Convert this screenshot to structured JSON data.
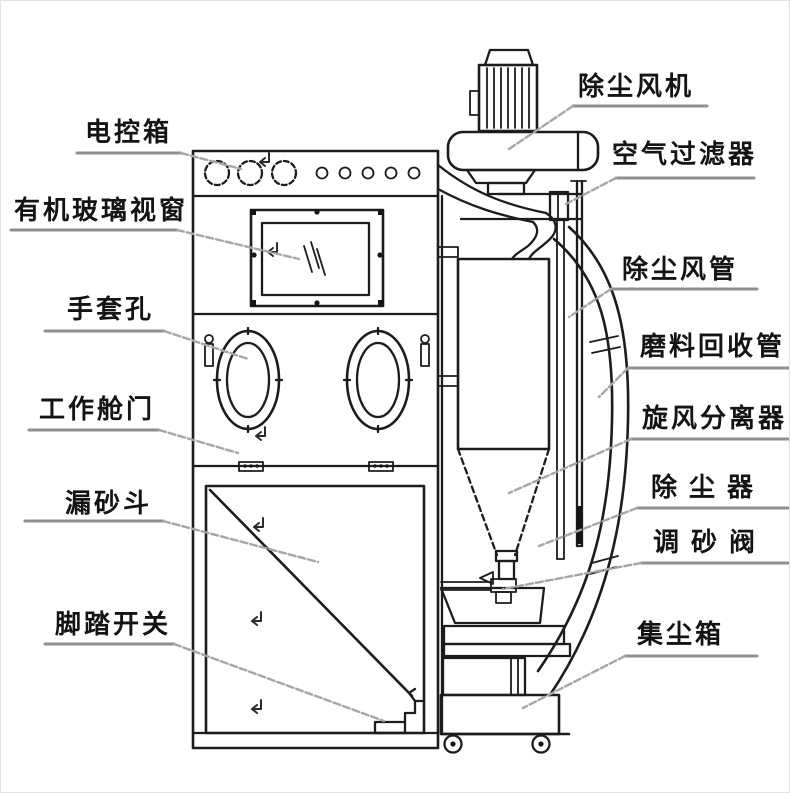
{
  "colors": {
    "background": "#ffffff",
    "line": "#1c1c1c",
    "leader": "#a6a6a6",
    "underline": "#8f8f8f",
    "label_text": "#141414"
  },
  "symbols": {
    "return_arrow": "↵"
  },
  "labels": {
    "left": [
      {
        "id": "electric-control-box",
        "text": "电控箱"
      },
      {
        "id": "acrylic-viewing-window",
        "text": "有机玻璃视窗"
      },
      {
        "id": "glove-holes",
        "text": "手套孔"
      },
      {
        "id": "work-chamber-door",
        "text": "工作舱门"
      },
      {
        "id": "sand-leak-hopper",
        "text": "漏砂斗"
      },
      {
        "id": "foot-switch",
        "text": "脚踏开关"
      }
    ],
    "right": [
      {
        "id": "dust-removal-fan",
        "text": "除尘风机"
      },
      {
        "id": "air-filter",
        "text": "空气过滤器"
      },
      {
        "id": "dust-removal-duct",
        "text": "除尘风管"
      },
      {
        "id": "abrasive-recovery-pipe",
        "text": "磨料回收管"
      },
      {
        "id": "cyclone-separator",
        "text": "旋风分离器"
      },
      {
        "id": "dust-collector",
        "text": "除尘器"
      },
      {
        "id": "sand-adjusting-valve",
        "text": "调砂阀"
      },
      {
        "id": "dust-collection-box",
        "text": "集尘箱"
      }
    ]
  }
}
